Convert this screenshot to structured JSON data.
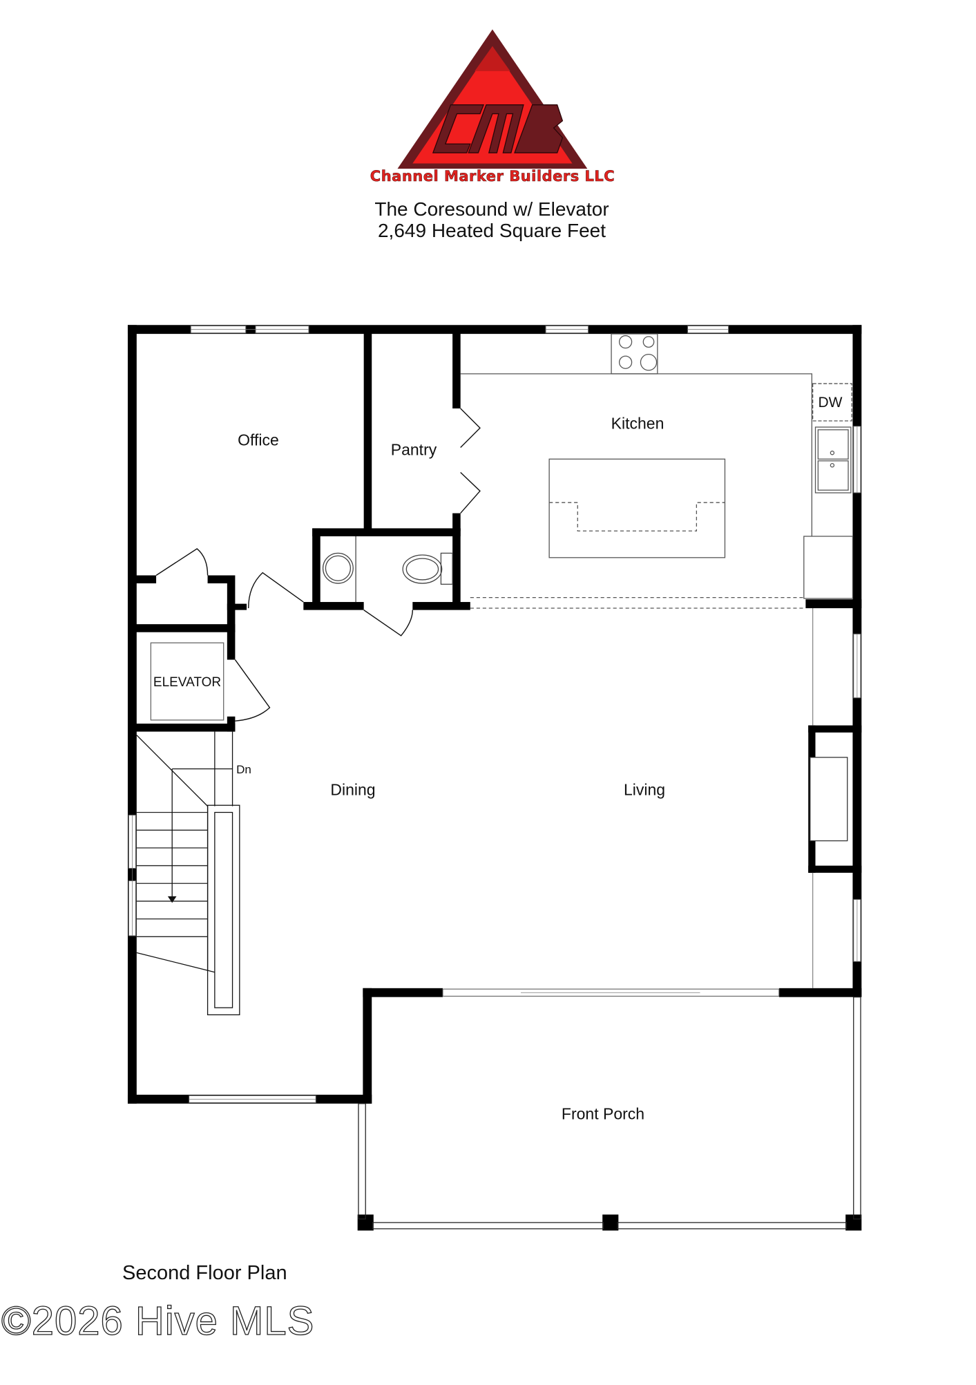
{
  "logo": {
    "monogram": "CMB",
    "company": "Channel Marker Builders LLC",
    "colors": {
      "outer": "#6b1a1f",
      "inner": "#f11f1f",
      "apex": "#c21b1b"
    }
  },
  "header": {
    "model_name": "The Coresound w/ Elevator",
    "square_feet": "2,649 Heated Square Feet"
  },
  "rooms": {
    "office": "Office",
    "pantry": "Pantry",
    "kitchen": "Kitchen",
    "dishwasher": "DW",
    "elevator": "ELEVATOR",
    "stairs_dir": "Dn",
    "dining": "Dining",
    "living": "Living",
    "porch": "Front Porch"
  },
  "footer": {
    "plan_caption": "Second Floor Plan",
    "watermark": "©2026 Hive MLS"
  },
  "colors": {
    "wall": "#000000",
    "line": "#333333",
    "fixture": "#555555"
  }
}
